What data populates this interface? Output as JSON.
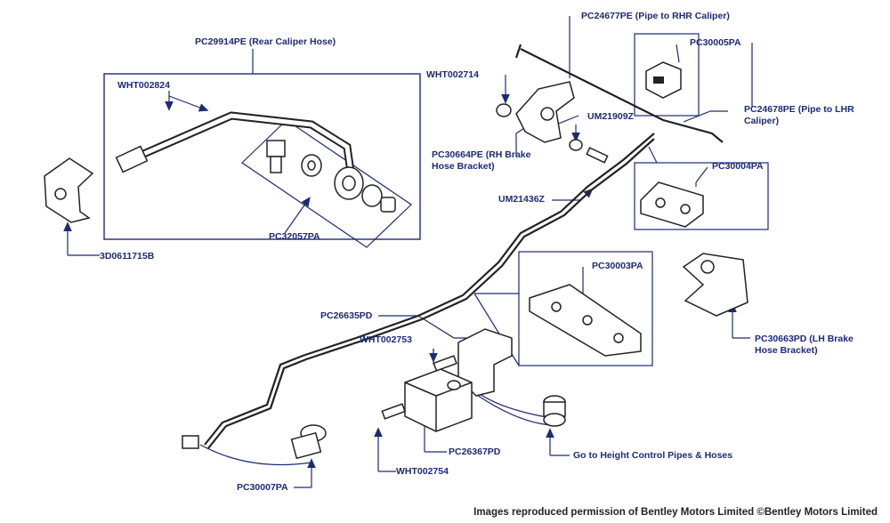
{
  "labels": {
    "pc29914pe": "PC29914PE (Rear Caliper Hose)",
    "wht002824": "WHT002824",
    "pc32057pa": "PC32057PA",
    "d0611715b": "3D0611715B",
    "pc24677pe": "PC24677PE (Pipe to RHR Caliper)",
    "pc30005pa": "PC30005PA",
    "wht002714": "WHT002714",
    "um21909z": "UM21909Z",
    "pc30664pe": "PC30664PE (RH Brake Hose Bracket)",
    "pc24678pe": "PC24678PE (Pipe to LHR Caliper)",
    "pc30004pa": "PC30004PA",
    "um21436z": "UM21436Z",
    "pc30003pa": "PC30003PA",
    "pc30663pd": "PC30663PD (LH Brake Hose Bracket)",
    "pc26635pd": "PC26635PD",
    "wht002753": "WHT002753",
    "pc26367pd": "PC26367PD",
    "goto_height": "Go to Height Control Pipes & Hoses",
    "wht002754": "WHT002754",
    "pc30007pa": "PC30007PA"
  },
  "footer": {
    "copyright": "Images reproduced permission of Bentley Motors Limited ©Bentley Motors Limited"
  },
  "colors": {
    "label": "#1c2a78",
    "line": "#1c2a78",
    "part": "#222222"
  }
}
